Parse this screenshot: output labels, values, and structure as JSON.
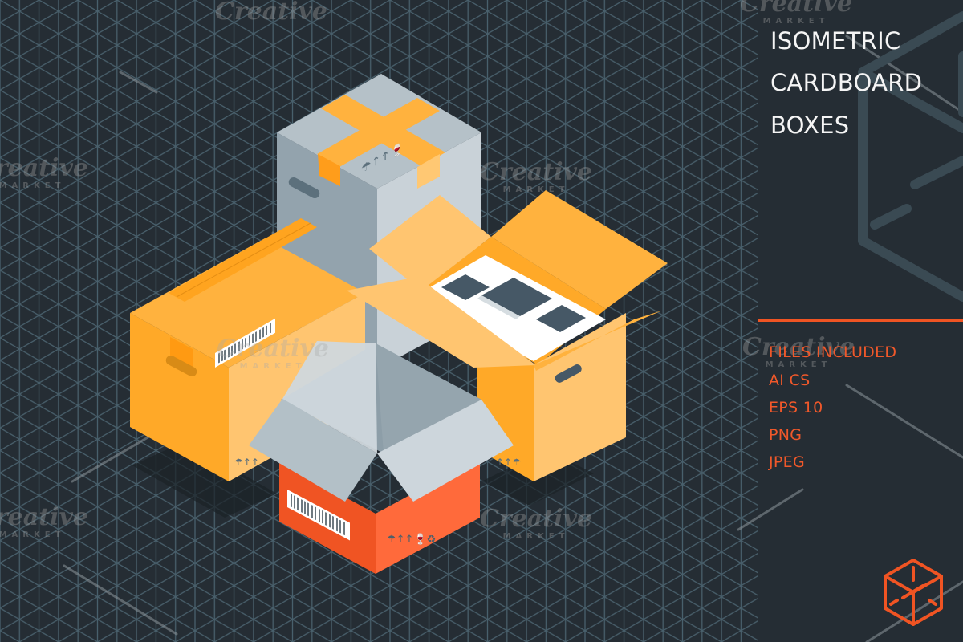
{
  "panel": {
    "title_lines": [
      "ISOMETRIC",
      "CARDBOARD",
      "BOXES"
    ],
    "files_heading": "FILES INCLUDED",
    "files": [
      "AI CS",
      "EPS 10",
      "PNG",
      "JPEG"
    ]
  },
  "watermark": {
    "brand": "Creative",
    "sub": "MARKET"
  },
  "illustration": {
    "subject": "isometric cardboard boxes",
    "boxes": [
      {
        "name": "tall-gray-taped-box",
        "color": "#c9d2d8"
      },
      {
        "name": "closed-orange-box",
        "color": "#ffb23e"
      },
      {
        "name": "open-orange-box-with-foam-insert",
        "color": "#ffb23e"
      },
      {
        "name": "open-red-box",
        "color": "#f2582a"
      }
    ]
  },
  "colors": {
    "background": "#252d34",
    "grid_line": "#4f6875",
    "accent": "#f05423",
    "cardboard": "#ffb23e",
    "gray_box": "#c9d2d8",
    "red_box": "#f2582a",
    "title_text": "#f5f5f5"
  },
  "icons": {
    "logo": "isometric-cube-logo-icon"
  }
}
